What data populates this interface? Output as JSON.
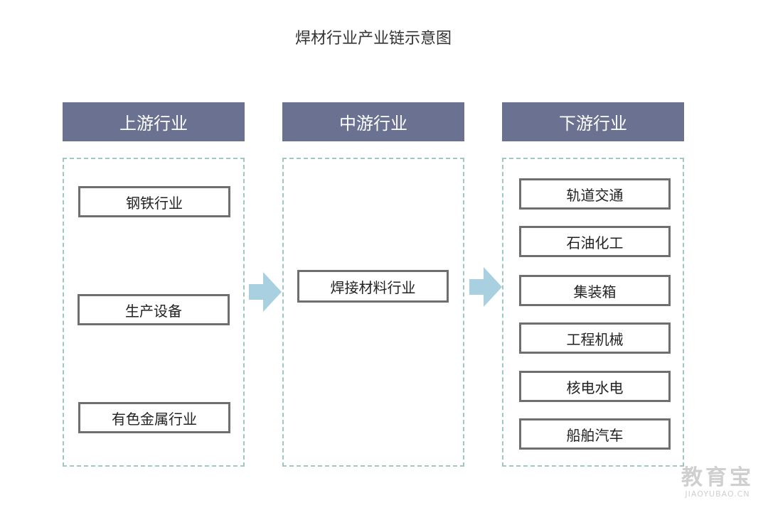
{
  "title": "焊材行业产业链示意图",
  "columns": [
    {
      "header": "上游行业",
      "items": [
        "钢铁行业",
        "生产设备",
        "有色金属行业"
      ]
    },
    {
      "header": "中游行业",
      "items": [
        "焊接材料行业"
      ]
    },
    {
      "header": "下游行业",
      "items": [
        "轨道交通",
        "石油化工",
        "集装箱",
        "工程机械",
        "核电水电",
        "船舶汽车"
      ]
    }
  ],
  "colors": {
    "header_bg": "#6b7191",
    "panel_border": "#9ec9c2",
    "arrow": "#a9d0e0",
    "item_border": "#6f6f6f"
  },
  "watermark": {
    "main": "教育宝",
    "sub": "JIAOYUBAO.CN"
  }
}
